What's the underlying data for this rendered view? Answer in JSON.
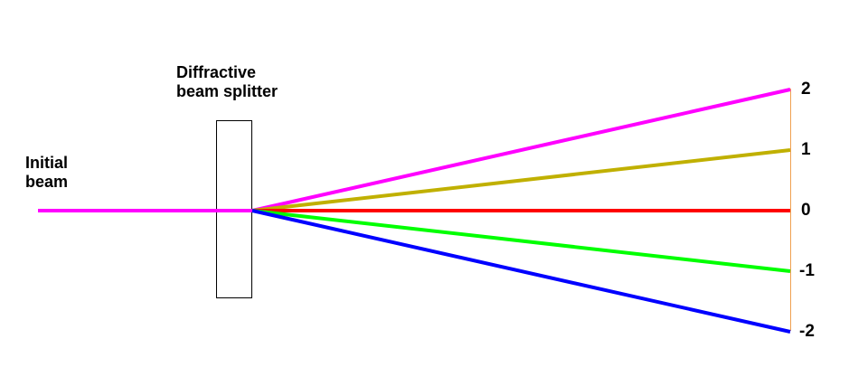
{
  "labels": {
    "initial_beam_line1": "Initial",
    "initial_beam_line2": "beam",
    "splitter_line1": "Diffractive",
    "splitter_line2": "beam splitter"
  },
  "orders": [
    {
      "label": "2",
      "order": 2,
      "color": "#ff00ff"
    },
    {
      "label": "1",
      "order": 1,
      "color": "#c0b000"
    },
    {
      "label": "0",
      "order": 0,
      "color": "#ff0000"
    },
    {
      "label": "-1",
      "order": -1,
      "color": "#00ff00"
    },
    {
      "label": "-2",
      "order": -2,
      "color": "#0000ff"
    }
  ],
  "colors": {
    "initial_beam": "#ff00ff",
    "screen": "#f0a050",
    "splitter": "#000000"
  }
}
